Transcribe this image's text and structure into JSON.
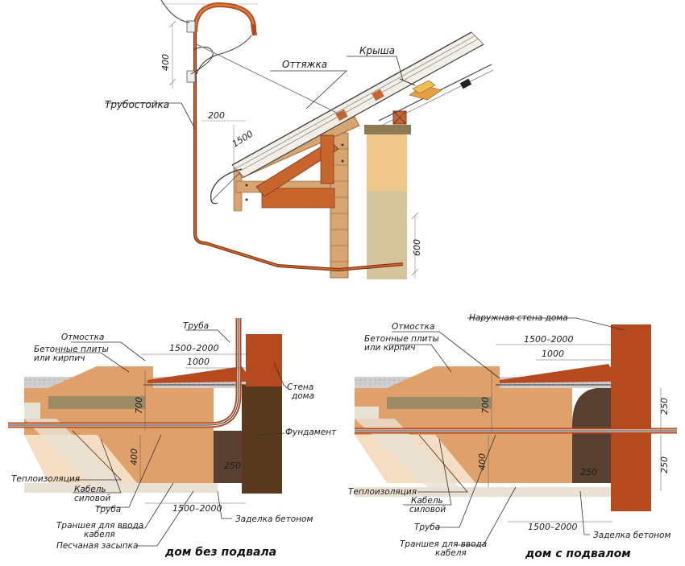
{
  "top_diagram": {
    "labels": {
      "pipe_stand": "Трубостойка",
      "guy_wire": "Оттяжка",
      "roof": "Крыша"
    },
    "dimensions": {
      "d400": "400",
      "d200": "200",
      "d1500": "1500",
      "d600": "600"
    }
  },
  "left_diagram": {
    "caption": "дом без подвала",
    "labels": {
      "pipe": "Труба",
      "blind_area": "Отмостка",
      "slabs_line1": "Бетонные плиты",
      "slabs_line2": "или кирпич",
      "wall_line1": "Стена",
      "wall_line2": "дома",
      "foundation": "Фундамент",
      "insulation": "Теплоизоляция",
      "cable_line1": "Кабель",
      "cable_line2": "силовой",
      "pipe_bottom": "Труба",
      "trench_line1": "Траншея для ввода",
      "trench_line2": "кабеля",
      "sand": "Песчаная засыпка",
      "concrete_seal": "Заделка бетоном"
    },
    "dimensions": {
      "span_top": "1500–2000",
      "span_1000": "1000",
      "depth_700": "700",
      "depth_400": "400",
      "width_250": "250",
      "span_bottom": "1500–2000"
    }
  },
  "right_diagram": {
    "caption": "дом с подвалом",
    "labels": {
      "outer_wall": "Наружная стена дома",
      "blind_area": "Отмостка",
      "slabs_line1": "Бетонные плиты",
      "slabs_line2": "или кирпич",
      "insulation": "Теплоизоляция",
      "cable_line1": "Кабель",
      "cable_line2": "силовой",
      "pipe_bottom": "Труба",
      "trench_line1": "Траншея для ввода",
      "trench_line2": "кабеля",
      "concrete_seal": "Заделка бетоном"
    },
    "dimensions": {
      "span_top": "1500–2000",
      "span_1000": "1000",
      "depth_700": "700",
      "depth_400": "400",
      "width_250": "250",
      "wall_250_upper": "250",
      "wall_250_lower": "250",
      "span_bottom": "1500–2000"
    }
  },
  "colors": {
    "wood": "#c7652c",
    "wall_red": "#b64a1f",
    "wall_dark": "#5a3a1c",
    "soil": "#e0a06a",
    "soil_light": "#f0cfa8",
    "sand": "#e8e2d4",
    "gravel": "#9a9a9a",
    "olive": "#9d8d66",
    "brick_light": "#f0c88a"
  }
}
